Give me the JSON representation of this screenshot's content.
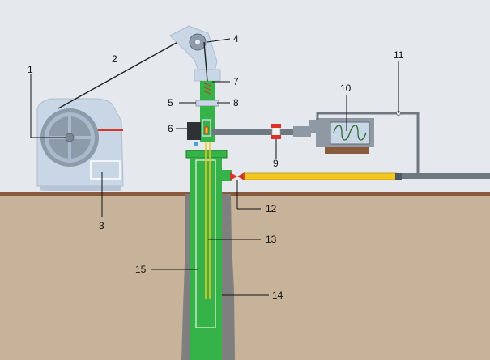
{
  "labels": {
    "l1": "1",
    "l2": "2",
    "l3": "3",
    "l4": "4",
    "l5": "5",
    "l6": "6",
    "l7": "7",
    "l8": "8",
    "l9": "9",
    "l10": "10",
    "l11": "11",
    "l12": "12",
    "l13": "13",
    "l14": "14",
    "l15": "15"
  },
  "colors": {
    "sky": "#e5e8ec",
    "ground": "#c7b29a",
    "ground_line": "#8a5a3c",
    "casing": "#36b348",
    "casing_dark": "#1e7d2c",
    "machine": "#c8d6e6",
    "machine_edge": "#aebdd0",
    "pipe": "#6f7880",
    "yellow_line": "#f2c81f",
    "cable": "#222222",
    "valve": "#d8322a",
    "skid": "#8a5a3c"
  },
  "icons": {
    "winch": "winch-drum-icon",
    "sheave": "sheave-pulley-icon",
    "pump": "pump-coil-icon",
    "valve": "valve-icon"
  }
}
